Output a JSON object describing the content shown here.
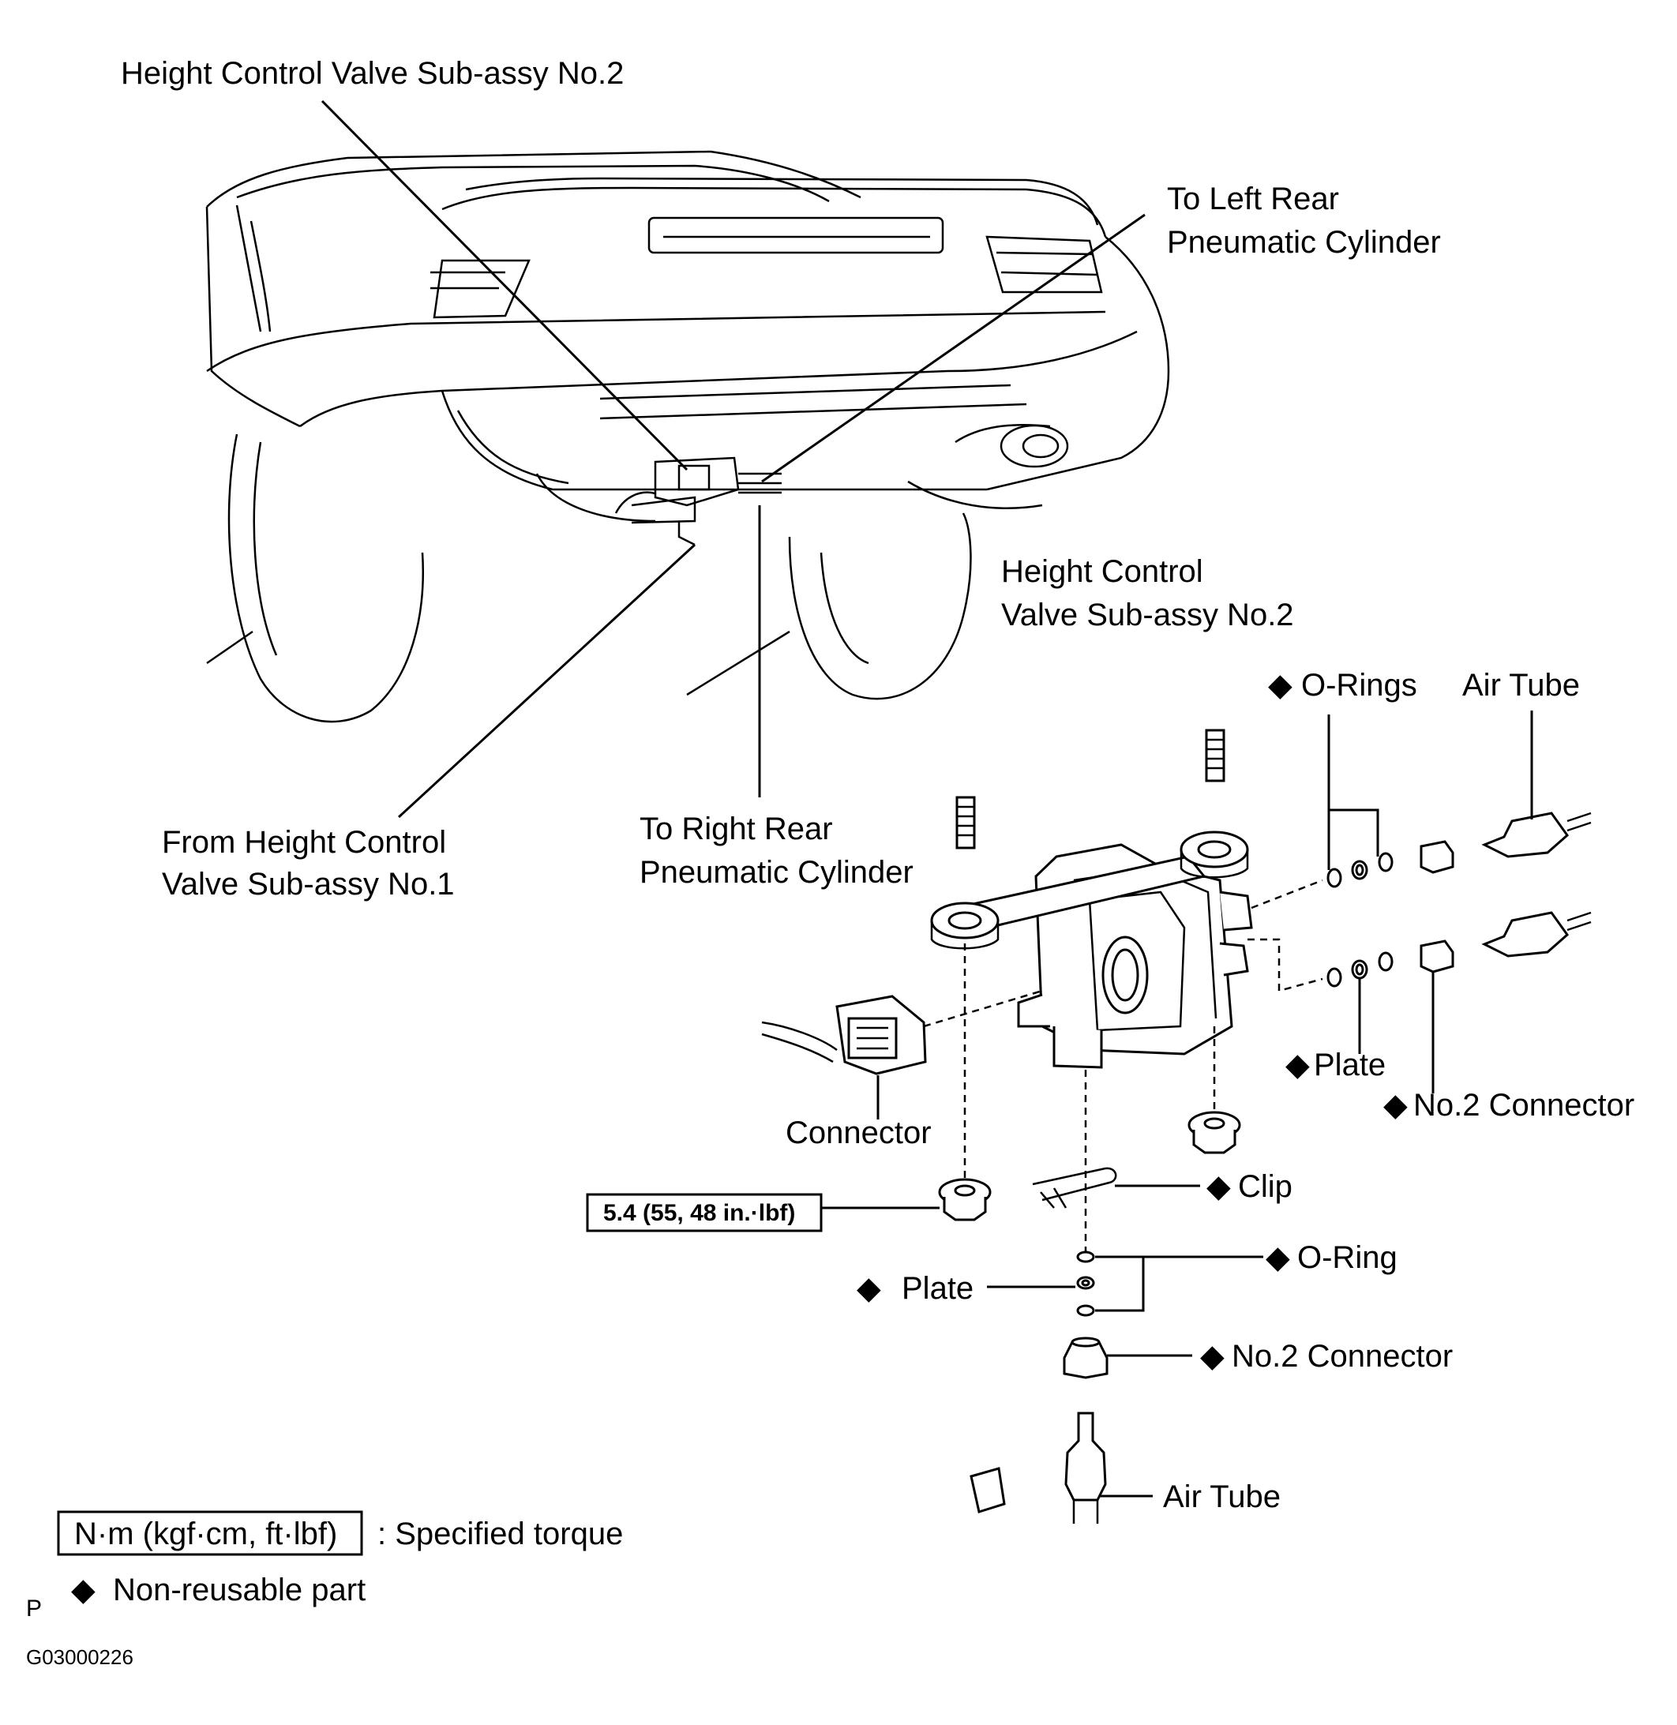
{
  "labels": {
    "valve_top": "Height Control Valve Sub-assy No.2",
    "left_rear_1": "To Left Rear",
    "left_rear_2": "Pneumatic Cylinder",
    "valve_mid_1": "Height Control",
    "valve_mid_2": "Valve Sub-assy No.2",
    "from_1": "From Height Control",
    "from_2": "Valve Sub-assy No.1",
    "right_rear_1": "To Right Rear",
    "right_rear_2": "Pneumatic Cylinder",
    "o_rings": "O-Rings",
    "air_tube_top": "Air Tube",
    "plate_right": "Plate",
    "no2_connector_right": "No.2 Connector",
    "connector": "Connector",
    "clip": "Clip",
    "o_ring": "O-Ring",
    "plate_left": "Plate",
    "no2_connector_bottom": "No.2 Connector",
    "air_tube_bottom": "Air Tube",
    "torque_value": "5.4 (55, 48 in.·lbf)"
  },
  "legend": {
    "torque_box": "N·m (kgf·cm, ft·lbf)",
    "torque_desc": ": Specified torque",
    "nonreusable_desc": "Non-reusable part",
    "diamond": "◆"
  },
  "footer": {
    "letter": "P",
    "code": "G03000226"
  }
}
